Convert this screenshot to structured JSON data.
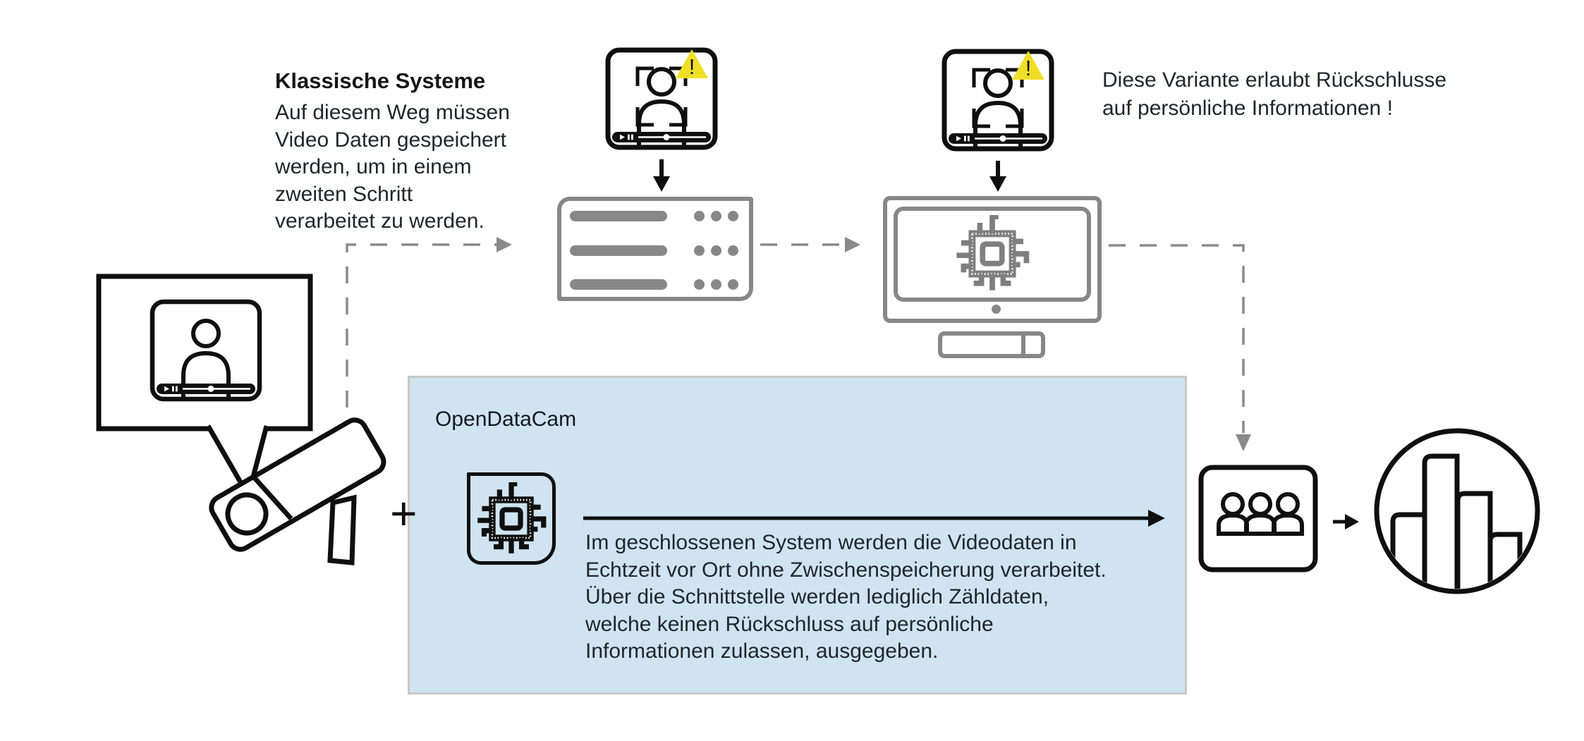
{
  "diagram_title": "",
  "classic_system": {
    "heading": "Klassische Systeme",
    "description_lines": [
      "Auf diesem Weg müssen",
      "Video Daten gespeichert",
      "werden, um in einem",
      "zweiten Schritt",
      "verarbeitet zu werden."
    ]
  },
  "privacy_warning": {
    "lines": [
      "Diese Variante erlaubt Rückschlusse",
      "auf persönliche Informationen !"
    ]
  },
  "open_data_cam": {
    "heading": "OpenDataCam",
    "plus_sign": "+",
    "description_lines": [
      "Im geschlossenen System werden die Videodaten in",
      "Echtzeit vor Ort ohne Zwischenspeicherung verarbeitet.",
      "Über die Schnittstelle werden lediglich Zähldaten,",
      "welche keinen Rückschluss auf persönliche",
      "Informationen zulassen, ausgegeben."
    ]
  },
  "icons": {
    "warning_exclamation": "!",
    "video_player_icon": "rounded frame with person, face-detect brackets, play/pause bar",
    "warning_triangle_icon": "yellow triangle with exclamation mark",
    "storage_server_icon": "gray box with three bars and dot groups",
    "processing_monitor_icon": "gray monitor with chip on screen and keyboard",
    "chip_icon": "processor square with pins",
    "surveillance_camera_icon": "tilted camera with lens and stand",
    "speech-bubble-icon": "rectangular bubble with tail containing video player",
    "people_group_icon": "rounded square with three persons",
    "bar_chart_icon": "circle containing four bars"
  },
  "colors": {
    "highlight_box_fill": "#cfe3f1",
    "highlight_box_border": "#c8c8c8",
    "warning_yellow": "#efdf27",
    "gray_icon": "#878787",
    "dash_gray": "#8a8a8a",
    "text_dark": "#20262c",
    "black": "#0f0f0f"
  }
}
